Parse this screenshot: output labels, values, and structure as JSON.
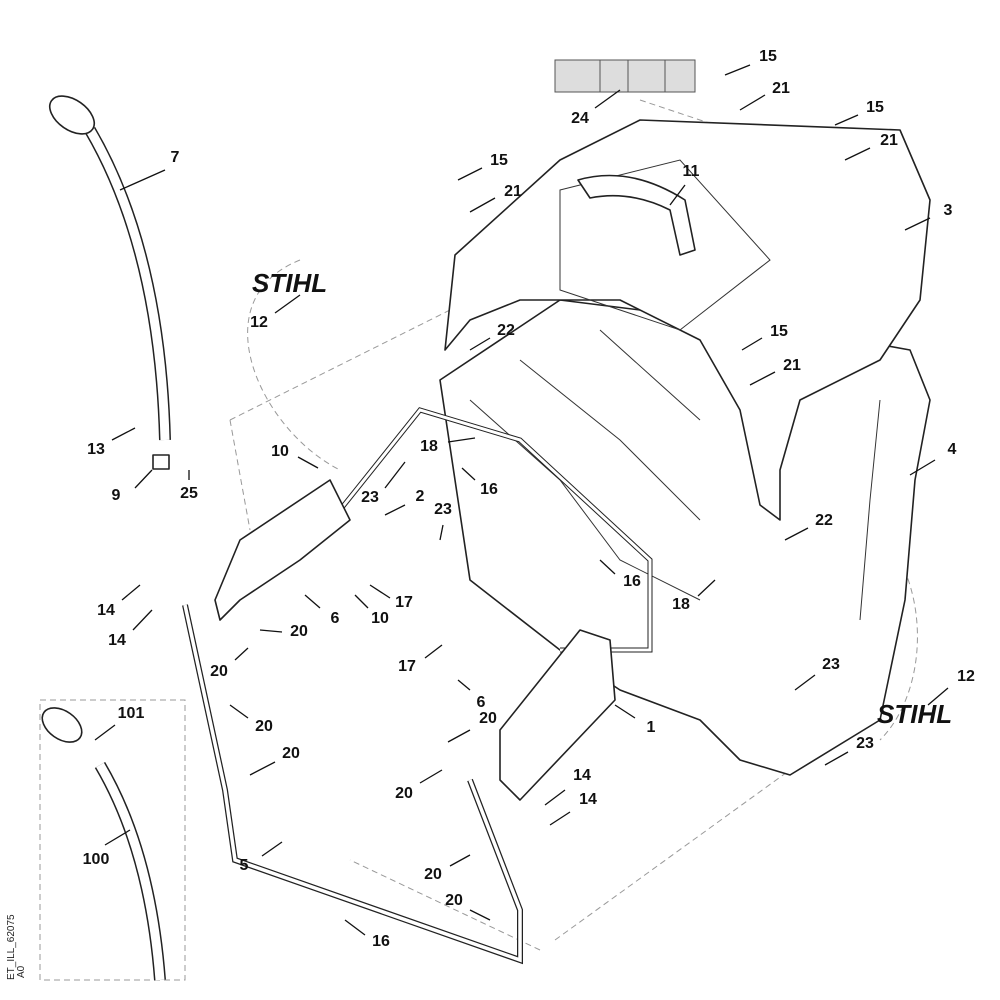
{
  "diagram_title_code": "ET_ILL_62075",
  "revision": "A0",
  "brand_logo": "STIHL",
  "callouts": [
    "7",
    "15",
    "21",
    "24",
    "15",
    "21",
    "15",
    "21",
    "11",
    "3",
    "12",
    "22",
    "15",
    "21",
    "13",
    "18",
    "10",
    "4",
    "16",
    "23",
    "2",
    "9",
    "25",
    "23",
    "22",
    "16",
    "18",
    "17",
    "14",
    "14",
    "6",
    "10",
    "20",
    "20",
    "17",
    "12",
    "23",
    "101",
    "1",
    "20",
    "20",
    "6",
    "23",
    "20",
    "14",
    "20",
    "14",
    "100",
    "5",
    "20",
    "20",
    "16"
  ]
}
